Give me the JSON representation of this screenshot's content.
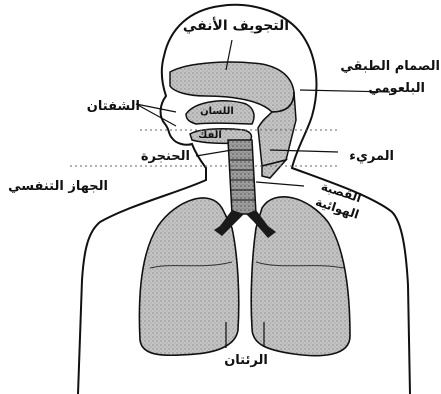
{
  "colors": {
    "ink": "#111111",
    "tissue": "#b8b8b8",
    "tissue_dark": "#8d8d8d",
    "bronchi": "#1a1a1a",
    "paper": "#ffffff"
  },
  "labels": {
    "nasal_cavity": "التجويف الأنفي",
    "epiglottis_line1": "الصمام الطبقي",
    "epiglottis_line2": "البلعومي",
    "lips": "الشفتان",
    "tongue": "اللسان",
    "mouth": "الفك",
    "larynx": "الحنجرة",
    "esophagus": "المريء",
    "respiratory_system": "الجهاز التنفسي",
    "trachea_line1": "القصبة",
    "trachea_line2": "الهوائية",
    "lungs": "الرئتان"
  }
}
